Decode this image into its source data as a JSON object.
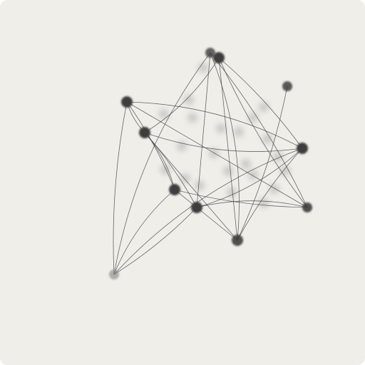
{
  "diagram": {
    "type": "network-graph",
    "colors": {
      "background": "#f0eee9",
      "edge": "#3a3a3a",
      "node": "#3d3d3d",
      "node_faint": "#8a8a8a",
      "ghost": "#9c9c9c"
    },
    "nodes": [
      {
        "id": "n1"
      },
      {
        "id": "n2"
      },
      {
        "id": "n3"
      },
      {
        "id": "n4"
      },
      {
        "id": "n5"
      },
      {
        "id": "n6"
      },
      {
        "id": "n7"
      },
      {
        "id": "n8"
      },
      {
        "id": "n9"
      },
      {
        "id": "n10"
      },
      {
        "id": "n11"
      }
    ],
    "edges": [
      [
        "n1",
        "n3"
      ],
      [
        "n1",
        "n4"
      ],
      [
        "n1",
        "n9"
      ],
      [
        "n1",
        "n8"
      ],
      [
        "n2",
        "n3"
      ],
      [
        "n2",
        "n4"
      ],
      [
        "n2",
        "n6"
      ],
      [
        "n2",
        "n8"
      ],
      [
        "n2",
        "n10"
      ],
      [
        "n3",
        "n4"
      ],
      [
        "n3",
        "n6"
      ],
      [
        "n3",
        "n7"
      ],
      [
        "n3",
        "n9"
      ],
      [
        "n4",
        "n9"
      ],
      [
        "n4",
        "n10"
      ],
      [
        "n4",
        "n7"
      ],
      [
        "n5",
        "n9"
      ],
      [
        "n6",
        "n9"
      ],
      [
        "n6",
        "n8"
      ],
      [
        "n6",
        "n10"
      ],
      [
        "n7",
        "n8"
      ],
      [
        "n7",
        "n10"
      ],
      [
        "n7",
        "n11"
      ],
      [
        "n8",
        "n11"
      ],
      [
        "n9",
        "n11"
      ],
      [
        "n10",
        "n11"
      ]
    ]
  }
}
